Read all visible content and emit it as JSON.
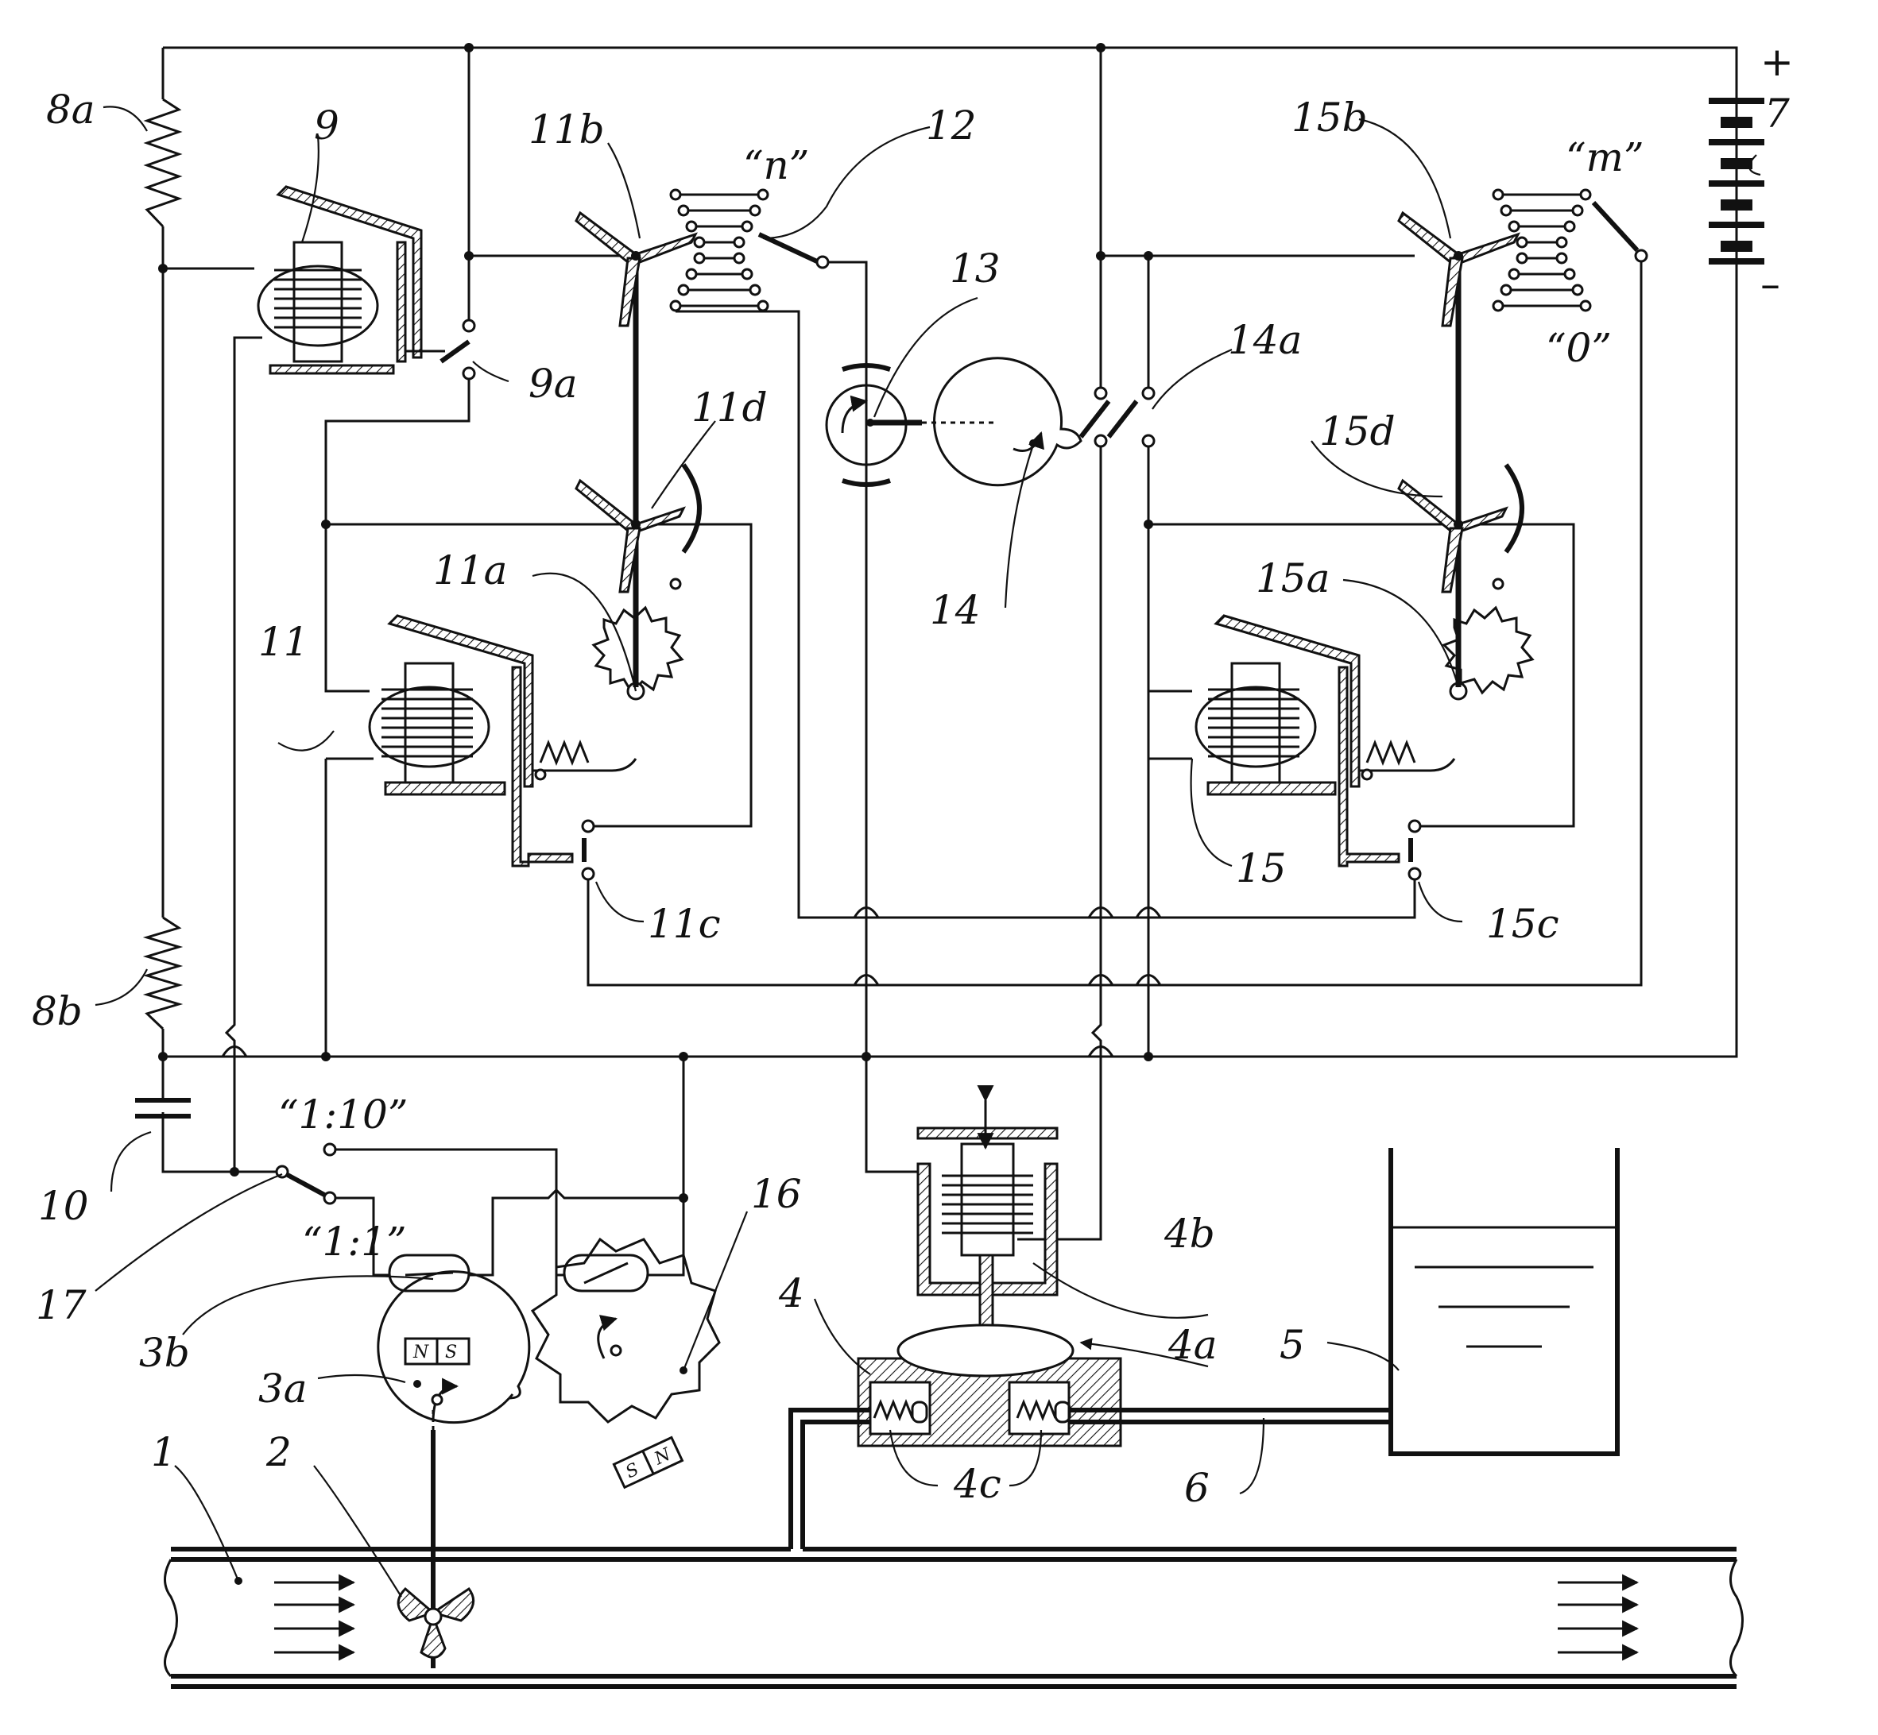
{
  "labels": {
    "l1": "1",
    "l2": "2",
    "l3a": "3a",
    "l3b": "3b",
    "l4": "4",
    "l4a": "4a",
    "l4b": "4b",
    "l4c": "4c",
    "l5": "5",
    "l6": "6",
    "l7": "7",
    "l8a": "8a",
    "l8b": "8b",
    "l9": "9",
    "l9a": "9a",
    "l10": "10",
    "l11": "11",
    "l11a": "11a",
    "l11b": "11b",
    "l11c": "11c",
    "l11d": "11d",
    "l12": "12",
    "l13": "13",
    "l14": "14",
    "l14a": "14a",
    "l15": "15",
    "l15a": "15a",
    "l15b": "15b",
    "l15c": "15c",
    "l15d": "15d",
    "l16": "16",
    "l17": "17"
  },
  "quoted_labels": {
    "n": "“n”",
    "m": "“m”",
    "zero": "“0”",
    "ratio_10": "“1:10”",
    "ratio_1": "“1:1”"
  },
  "battery_signs": {
    "plus": "+",
    "minus": "–"
  },
  "magnet_poles": {
    "north": "N",
    "south": "S"
  }
}
